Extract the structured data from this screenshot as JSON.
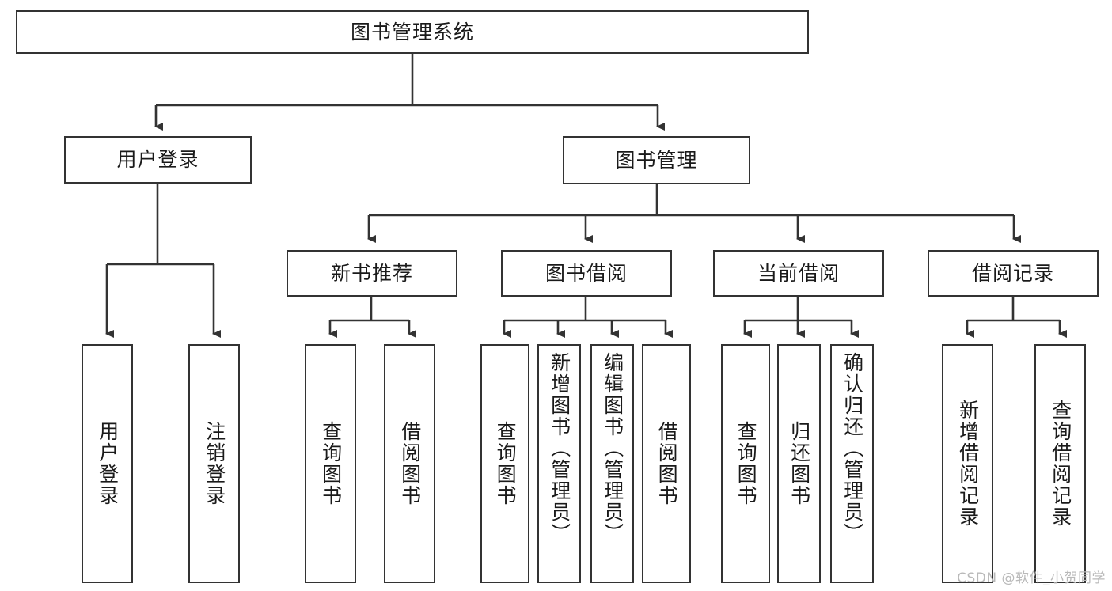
{
  "diagram": {
    "title": "图书管理系统",
    "watermark": "CSDN @软件_小贺同学",
    "root": {
      "label": "图书管理系统"
    },
    "level1": [
      {
        "label": "用户登录"
      },
      {
        "label": "图书管理"
      }
    ],
    "level2": [
      {
        "label": "新书推荐"
      },
      {
        "label": "图书借阅"
      },
      {
        "label": "当前借阅"
      },
      {
        "label": "借阅记录"
      }
    ],
    "leaves": {
      "user_login": [
        {
          "label": "用户登录"
        },
        {
          "label": "注销登录"
        }
      ],
      "new_book_recommend": [
        {
          "label": "查询图书"
        },
        {
          "label": "借阅图书"
        }
      ],
      "book_borrow": [
        {
          "label": "查询图书"
        },
        {
          "label": "新增图书（管理员）"
        },
        {
          "label": "编辑图书（管理员）"
        },
        {
          "label": "借阅图书"
        }
      ],
      "current_borrow": [
        {
          "label": "查询图书"
        },
        {
          "label": "归还图书"
        },
        {
          "label": "确认归还（管理员）"
        }
      ],
      "borrow_records": [
        {
          "label": "新增借阅记录"
        },
        {
          "label": "查询借阅记录"
        }
      ]
    },
    "colors": {
      "stroke": "#333333",
      "box_fill": "#ffffff",
      "text": "#1a1a1a",
      "watermark": "#b9b9b9",
      "background": "#ffffff"
    }
  }
}
